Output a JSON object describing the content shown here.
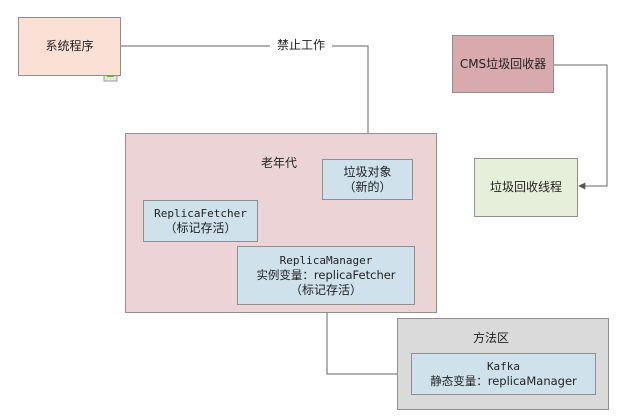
{
  "system_program": {
    "label": "系统程序"
  },
  "cms_collector": {
    "label": "CMS垃圾回收器"
  },
  "gc_thread": {
    "label": "垃圾回收线程"
  },
  "stop_world_label": "禁止工作",
  "old_gen": {
    "title": "老年代",
    "garbage_object": {
      "line1": "垃圾对象",
      "line2": "（新的）"
    },
    "replica_fetcher": {
      "line1": "ReplicaFetcher",
      "line2": "（标记存活）"
    },
    "replica_manager": {
      "line1": "ReplicaManager",
      "line2": "实例变量：replicaFetcher",
      "line3": "（标记存活）"
    }
  },
  "method_area": {
    "title": "方法区",
    "kafka": {
      "line1": "Kafka",
      "line2": "静态变量：replicaManager"
    }
  },
  "colors": {
    "system_program_fill": "#fbe0d6",
    "cms_fill": "#d9aaad",
    "gc_thread_fill": "#e6efd9",
    "old_gen_fill": "#ecd4d6",
    "inner_box_fill": "#cfe2ec",
    "method_area_fill": "#dadada",
    "annotation_red": "#ff2b2b"
  }
}
